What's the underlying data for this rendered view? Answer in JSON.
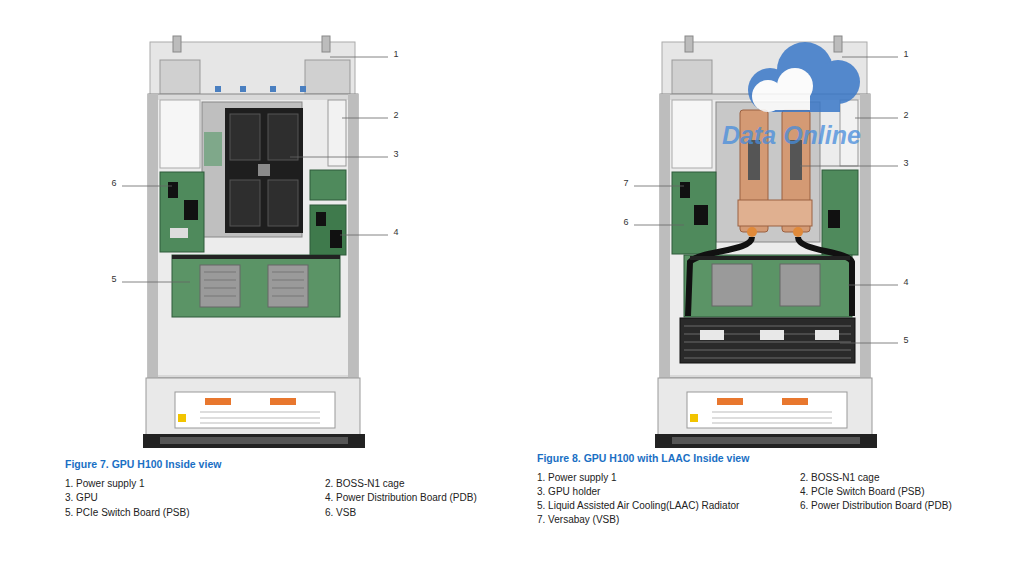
{
  "diagram": {
    "labels": [
      "1",
      "2",
      "3",
      "6",
      "4",
      "5",
      "1",
      "2",
      "3",
      "7",
      "6",
      "4",
      "5",
      "Data Online",
      "Figure 7. GPU H100 Inside view",
      "1. Power supply 1",
      "2. BOSS-N1 cage",
      "3. GPU",
      "4. Power Distribution Board (PDB)",
      "5. PCIe Switch Board (PSB)",
      "6. VSB",
      "Figure 8. GPU H100 with LAAC Inside view",
      "1. Power supply 1",
      "2. BOSS-N1 cage",
      "3. GPU holder",
      "4. PCIe Switch Board (PSB)",
      "5. Liquid Assisted Air Cooling(LAAC) Radiator",
      "6. Power Distribution Board (PDB)",
      "7. Versabay (VSB)"
    ]
  }
}
